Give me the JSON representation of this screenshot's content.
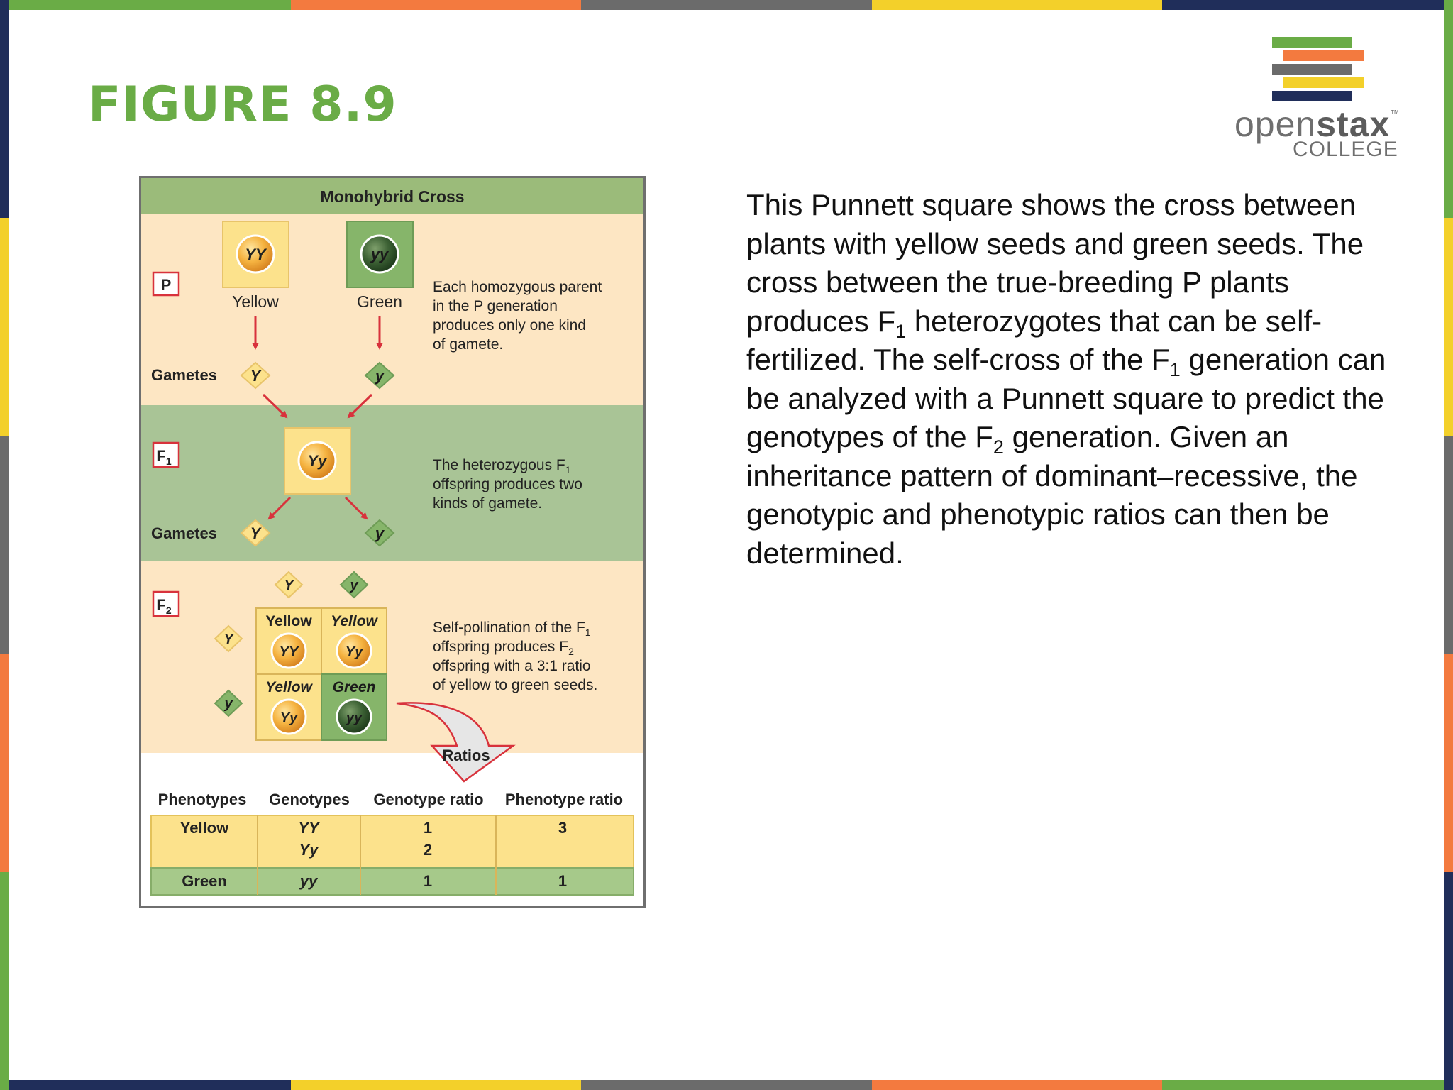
{
  "slide": {
    "figure_title": "FIGURE 8.9",
    "caption_parts": [
      "This Punnett square shows the cross between plants with yellow seeds and green seeds. The cross between the true-breeding P plants produces F",
      "1",
      " heterozygotes that can be self-fertilized. The self-cross of the F",
      "1",
      " generation can be analyzed with a Punnett square to predict the genotypes of the F",
      "2",
      " generation. Given an inheritance pattern of dominant–recessive, the genotypic and phenotypic ratios can then be determined."
    ]
  },
  "logo": {
    "text_regular": "open",
    "text_bold": "stax",
    "trademark": "™",
    "subtitle": "COLLEGE"
  },
  "diagram": {
    "title": "Monohybrid Cross",
    "p_label": "P",
    "f1_label": "F",
    "f1_sub": "1",
    "f2_label": "F",
    "f2_sub": "2",
    "gametes_label": "Gametes",
    "parent_yellow": {
      "genotype": "YY",
      "label": "Yellow"
    },
    "parent_green": {
      "genotype": "yy",
      "label": "Green"
    },
    "gamete_Y": "Y",
    "gamete_y": "y",
    "f1_genotype": "Yy",
    "note_p": [
      "Each homozygous parent",
      "in the P generation",
      "produces only one kind",
      "of gamete."
    ],
    "note_f1": {
      "line1_a": "The heterozygous F",
      "line1_sub": "1",
      "line2": "offspring produces two",
      "line3": "kinds of gamete."
    },
    "note_f2": {
      "line1_a": "Self-pollination of the F",
      "line1_sub": "1",
      "line2_a": "offspring produces F",
      "line2_sub": "2",
      "line3": "offspring with a 3:1 ratio",
      "line4": "of yellow to green seeds."
    },
    "punnett": [
      {
        "phenotype": "Yellow",
        "genotype": "YY"
      },
      {
        "phenotype": "Yellow",
        "genotype": "Yy"
      },
      {
        "phenotype": "Yellow",
        "genotype": "Yy"
      },
      {
        "phenotype": "Green",
        "genotype": "yy"
      }
    ],
    "ratios_label": "Ratios",
    "table_headers": [
      "Phenotypes",
      "Genotypes",
      "Genotype ratio",
      "Phenotype ratio"
    ],
    "table_rows": [
      {
        "phenotype": "Yellow",
        "genotype_1": "YY",
        "genotype_2": "Yy",
        "genotype_ratio_1": "1",
        "genotype_ratio_2": "2",
        "phenotype_ratio": "3"
      },
      {
        "phenotype": "Green",
        "genotype": "yy",
        "genotype_ratio": "1",
        "phenotype_ratio": "1"
      }
    ]
  },
  "colors": {
    "openstax_green": "#6aac46",
    "openstax_orange": "#f37a3f",
    "openstax_gray": "#6b6b6b",
    "openstax_yellow": "#f3d02a",
    "openstax_navy": "#202e5a",
    "diagram_peach": "#fde6c3",
    "diagram_green_band": "#a9c496",
    "diagram_header": "#9bbb7a",
    "arrow_red": "#d8323c"
  }
}
